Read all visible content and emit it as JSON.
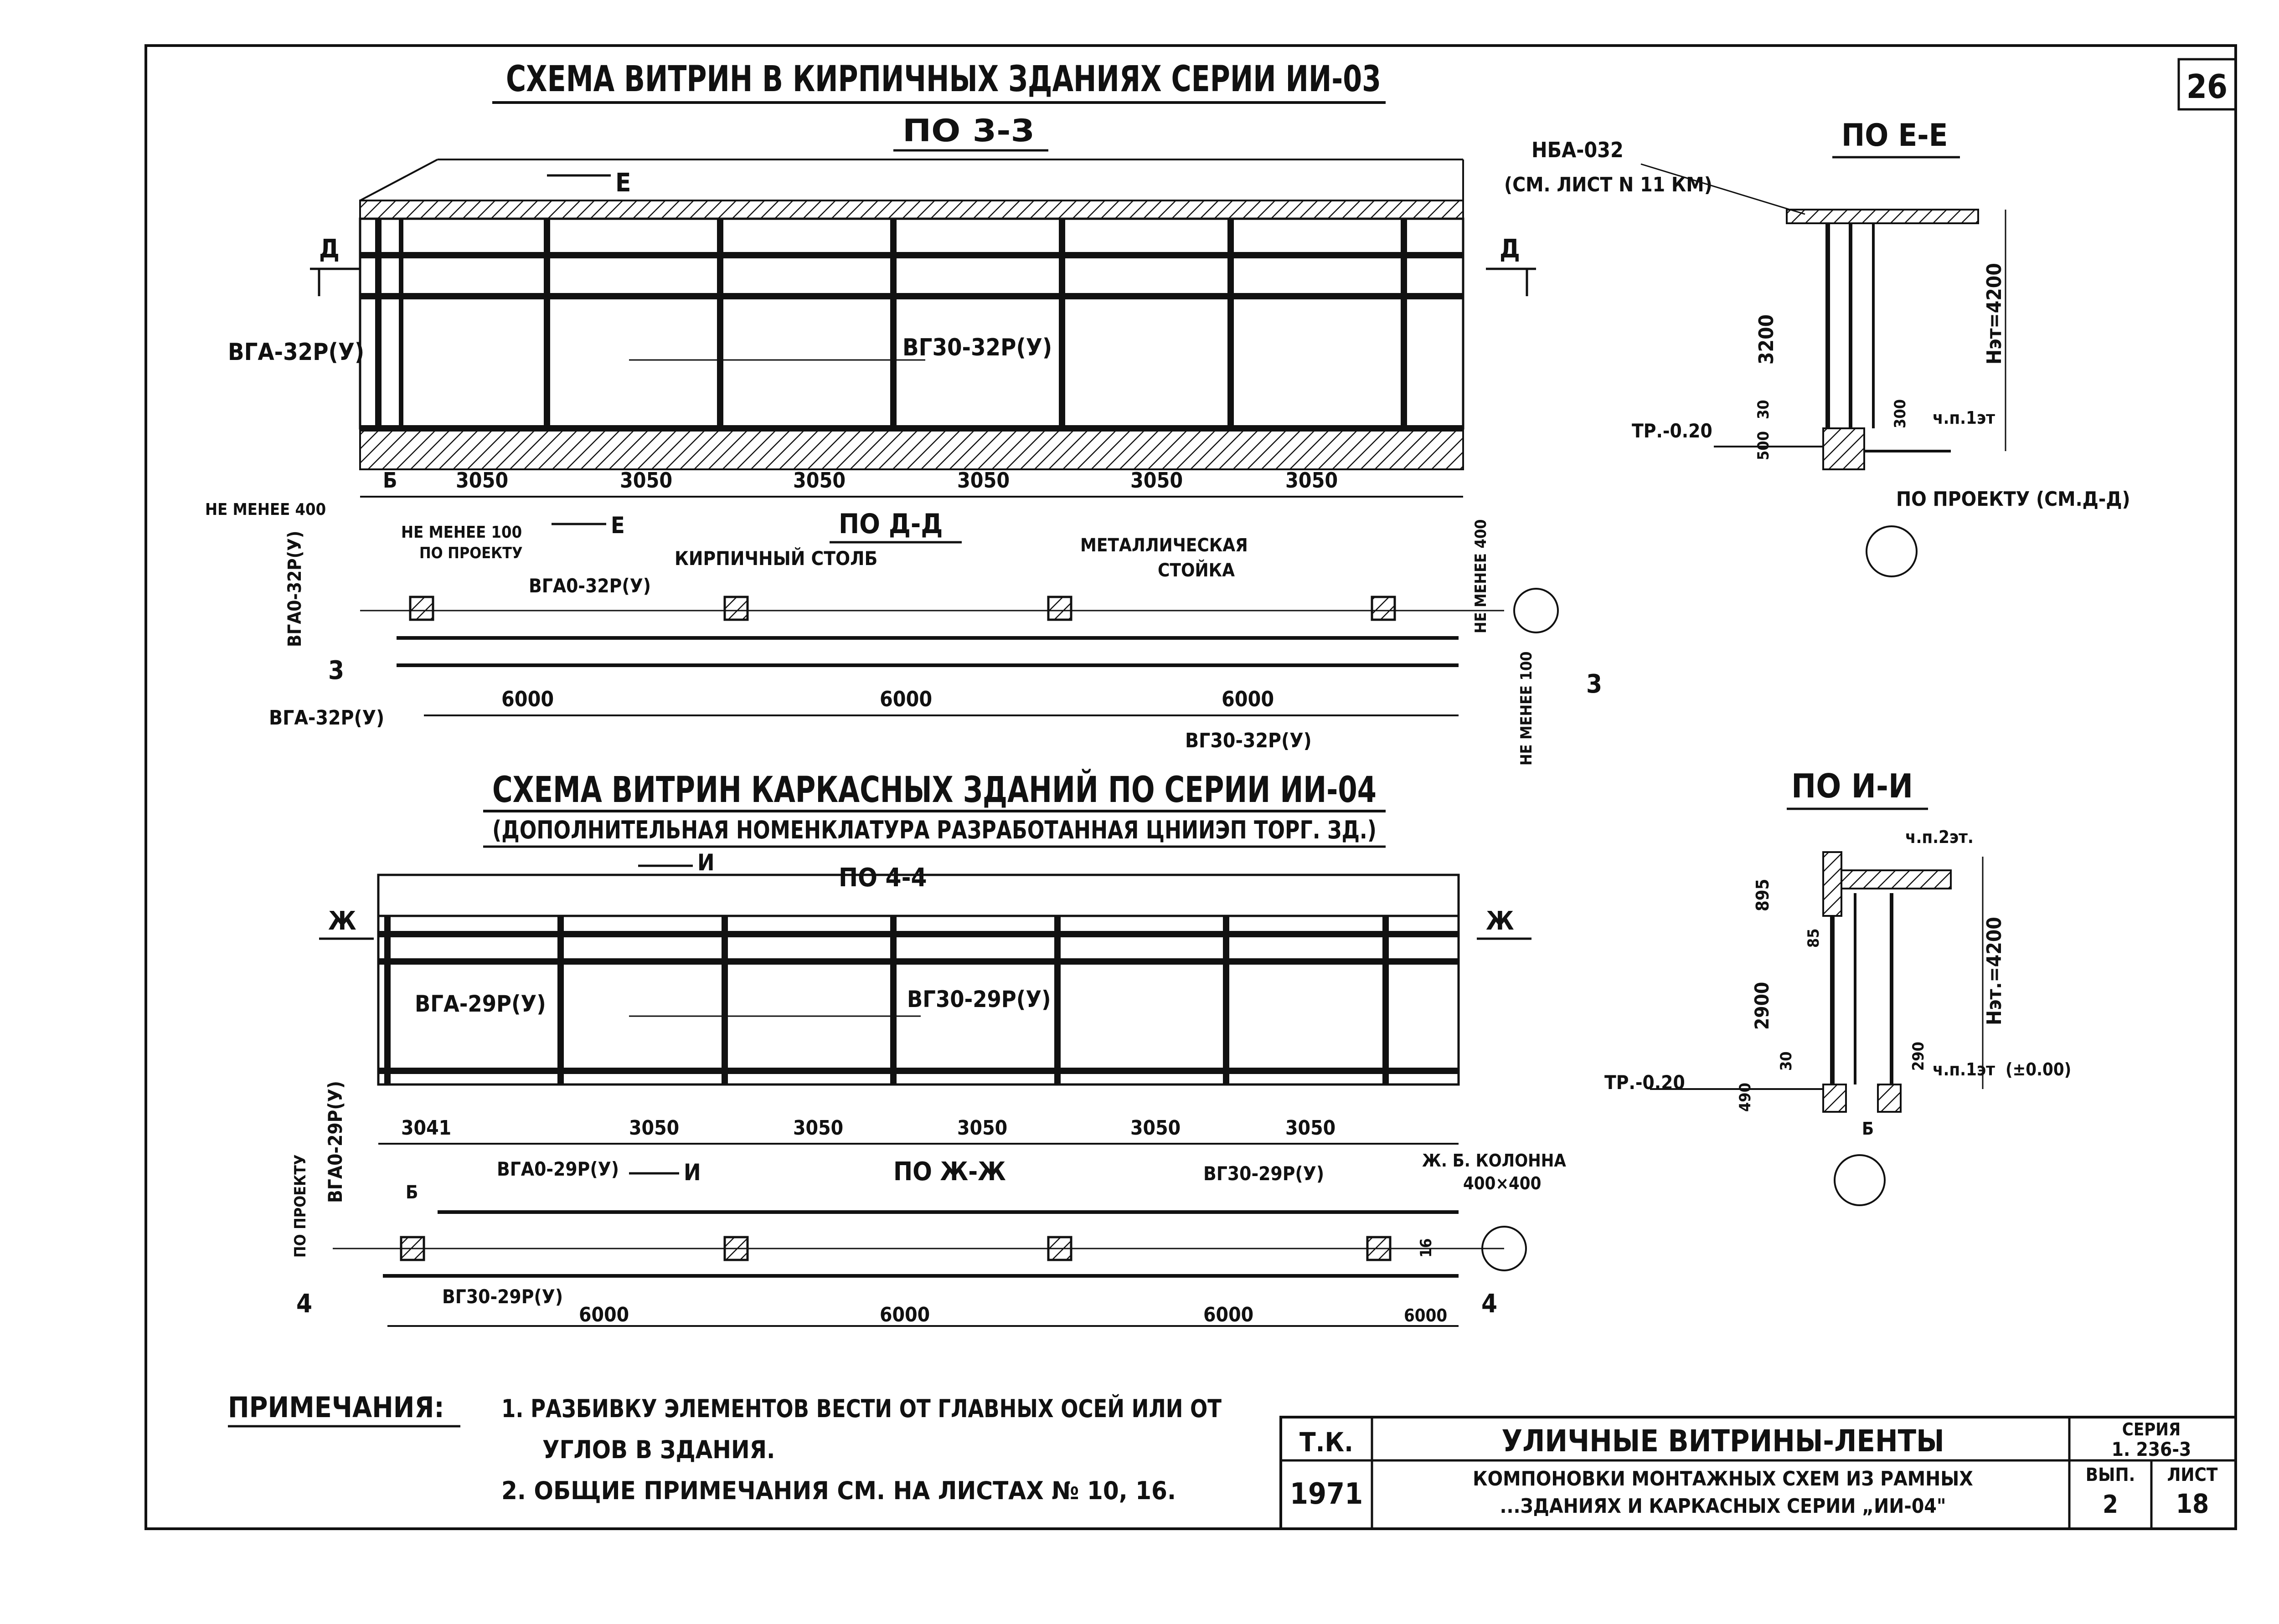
{
  "sheet": {
    "number": "26",
    "title_top": "СХЕМА ВИТРИН В КИРПИЧНЫХ ЗДАНИЯХ СЕРИИ ИИ-03",
    "title_mid": "СХЕМА ВИТРИН КАРКАСНЫХ ЗДАНИЙ ПО СЕРИИ ИИ-04",
    "subtitle_mid": "(ДОПОЛНИТЕЛЬНАЯ НОМЕНКЛАТУРА РАЗРАБОТАННАЯ ЦНИИЭП ТОРГ. ЗД.)"
  },
  "top_elevation": {
    "label": "ПО 3-3",
    "section_mark": "Е",
    "cut_left": "Д",
    "cut_right": "Д",
    "left_panel": "ВГА-32Р(У)",
    "center_panel": "ВГ30-32Р(У)",
    "spans": [
      "Б",
      "3050",
      "3050",
      "3050",
      "3050",
      "3050",
      "3050"
    ],
    "beam_ref": "НБА-032",
    "beam_ref_note": "(СМ. ЛИСТ N 11 КМ)"
  },
  "top_plan": {
    "label": "ПО Д-Д",
    "not_less_400": "НЕ МЕНЕЕ 400",
    "not_less_100": "НЕ МЕНЕЕ 100",
    "by_project": "ПО ПРОЕКТУ",
    "corner_panel": "ВГА0-32Р(У)",
    "brick_post": "КИРПИЧНЫЙ СТОЛБ",
    "metal_post_1": "МЕТАЛЛИЧЕСКАЯ",
    "metal_post_2": "СТОЙКА",
    "vert_left": "ВГА0-32Р(У)",
    "bottom_left": "ВГА-32Р(У)",
    "section_3": "3",
    "spans": [
      "6000",
      "6000",
      "6000"
    ],
    "bottom_right": "ВГ30-32Р(У)",
    "right_not_less_400": "НЕ МЕНЕЕ 400",
    "right_not_less_100": "НЕ МЕНЕЕ 100",
    "vert_label_right": "НЕ МЕНЕЕ 400"
  },
  "section_ee": {
    "label": "ПО Е-Е",
    "tr": "ТР.-0.20",
    "h3200": "3200",
    "h500": "500",
    "h30": "30",
    "h300": "300",
    "hat": "Нэт=4200",
    "floor1": "ч.п.1эт",
    "by_project": "ПО ПРОЕКТУ (СМ.Д-Д)"
  },
  "mid_elevation": {
    "label": "ПО 4-4",
    "section_mark": "И",
    "cut_left": "Ж",
    "cut_right": "Ж",
    "left_panel": "ВГА-29Р(У)",
    "center_panel": "ВГ30-29Р(У)",
    "spans": [
      "3041",
      "3050",
      "3050",
      "3050",
      "3050",
      "3050"
    ]
  },
  "mid_plan": {
    "label": "ПО Ж-Ж",
    "vert_left": "ВГА0-29Р(У)",
    "by_project": "ПО ПРОЕКТУ",
    "b": "Б",
    "corner_panel": "ВГА0-29Р(У)",
    "section_i": "И",
    "right_panel": "ВГ30-29Р(У)",
    "column_1": "Ж. Б. КОЛОННА",
    "column_2": "400×400",
    "bottom_panel": "ВГ30-29Р(У)",
    "section_4": "4",
    "spans": [
      "6000",
      "6000",
      "6000",
      "6000"
    ],
    "dim_16": "16"
  },
  "section_ii": {
    "label": "ПО И-И",
    "floor2": "ч.п.2эт.",
    "h895": "895",
    "h85": "85",
    "h2900": "2900",
    "h30": "30",
    "h490": "490",
    "h290": "290",
    "hat": "Нэт.=4200",
    "floor1": "ч.п.1эт",
    "zero": "(±0.00)",
    "tr": "ТР.-0.20",
    "b": "Б"
  },
  "notes": {
    "heading": "ПРИМЕЧАНИЯ:",
    "items": [
      "1. РАЗБИВКУ ЭЛЕМЕНТОВ ВЕСТИ ОТ ГЛАВНЫХ ОСЕЙ ИЛИ ОТ",
      "УГЛОВ В ЗДАНИЯ.",
      "2. ОБЩИЕ ПРИМЕЧАНИЯ СМ. НА ЛИСТАХ № 10, 16."
    ]
  },
  "title_block": {
    "tk": "Т.К.",
    "year": "1971",
    "title": "УЛИЧНЫЕ ВИТРИНЫ-ЛЕНТЫ",
    "subtitle_1": "КОМПОНОВКИ МОНТАЖНЫХ СХЕМ ИЗ РАМНЫХ",
    "subtitle_2": "...ЗДАНИЯХ И КАРКАСНЫХ СЕРИИ „ИИ-04\"",
    "series_label": "СЕРИЯ",
    "series": "1. 236-3",
    "vyp_label": "ВЫП.",
    "vyp": "2",
    "list_label": "ЛИСТ",
    "list": "18"
  }
}
